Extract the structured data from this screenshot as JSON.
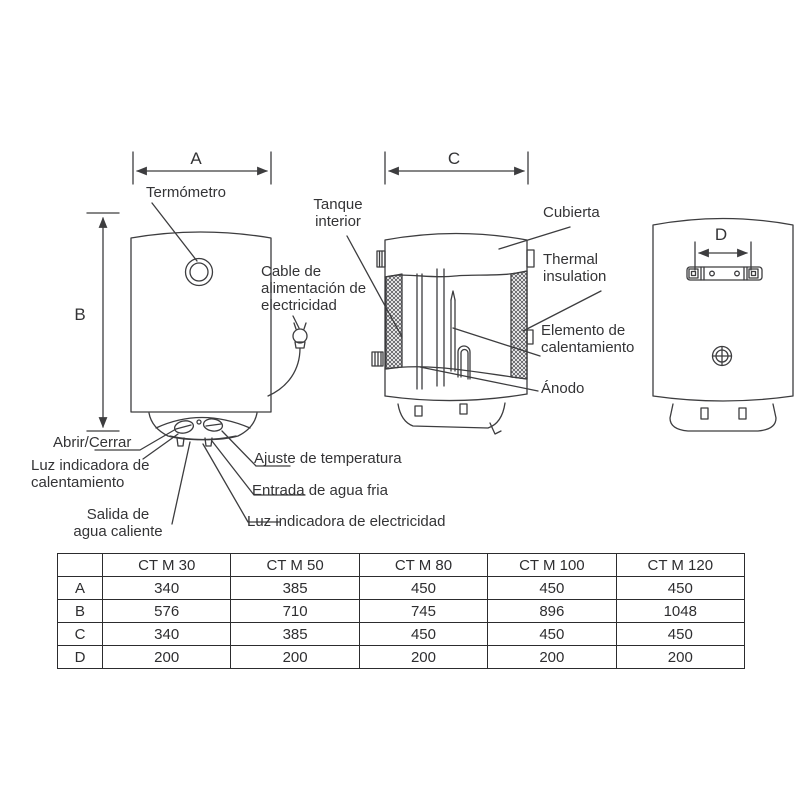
{
  "colors": {
    "line": "#3d3d3f",
    "text": "#343436",
    "background": "#ffffff"
  },
  "diagram": {
    "dimensions": {
      "a": "A",
      "b": "B",
      "c": "C",
      "d": "D"
    },
    "front_labels": {
      "termometro": "Termómetro",
      "cable": "Cable de alimentación de electricidad",
      "abrir_cerrar": "Abrir/Cerrar",
      "luz_calentamiento": "Luz indicadora de calentamiento",
      "salida": "Salida de agua caliente",
      "ajuste": "Ajuste de temperatura",
      "entrada": "Entrada de agua fria",
      "luz_electricidad": "Luz indicadora de electricidad"
    },
    "section_labels": {
      "tanque_interior": "Tanque interior",
      "cubierta": "Cubierta",
      "thermal_insulation": "Thermal insulation",
      "elemento": "Elemento de calentamiento",
      "anodo": "Ánodo"
    }
  },
  "table": {
    "col_headers": [
      "CT M 30",
      "CT M 50",
      "CT M 80",
      "CT M 100",
      "CT M 120"
    ],
    "rows": [
      {
        "label": "A",
        "values": [
          "340",
          "385",
          "450",
          "450",
          "450"
        ]
      },
      {
        "label": "B",
        "values": [
          "576",
          "710",
          "745",
          "896",
          "1048"
        ]
      },
      {
        "label": "C",
        "values": [
          "340",
          "385",
          "450",
          "450",
          "450"
        ]
      },
      {
        "label": "D",
        "values": [
          "200",
          "200",
          "200",
          "200",
          "200"
        ]
      }
    ]
  }
}
